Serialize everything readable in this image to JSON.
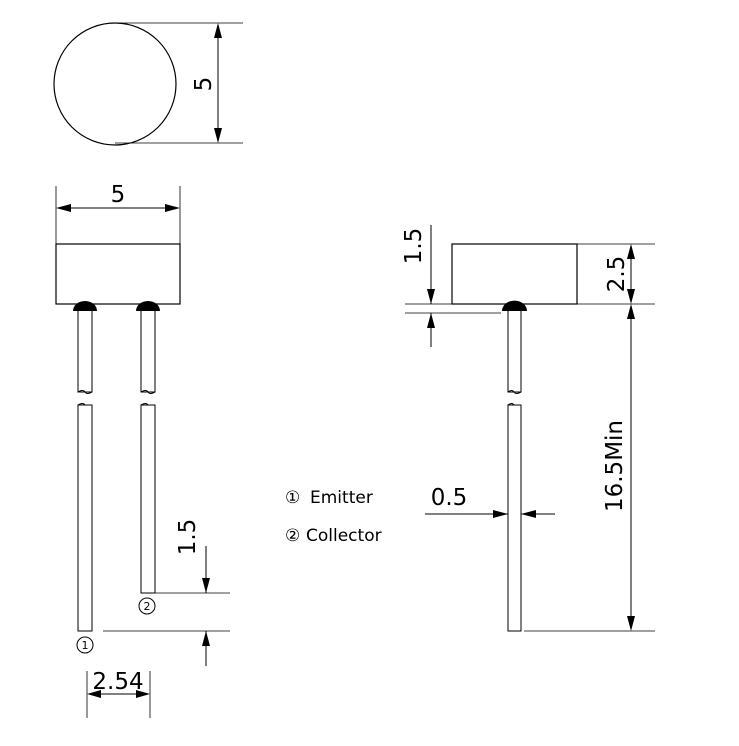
{
  "dimensions": {
    "top_diameter": "5",
    "front_width": "5",
    "pin_offset": "1.5",
    "pin_pitch": "2.54",
    "side_lead_step": "1.5",
    "side_body_height": "2.5",
    "side_lead_diameter": "0.5",
    "side_lead_length": "16.5Min"
  },
  "pins": {
    "pin1_marker": "1",
    "pin2_marker": "2"
  },
  "legend": {
    "pin1_symbol": "①",
    "pin1_label": "Emitter",
    "pin2_symbol": "②",
    "pin2_label": "Collector"
  }
}
